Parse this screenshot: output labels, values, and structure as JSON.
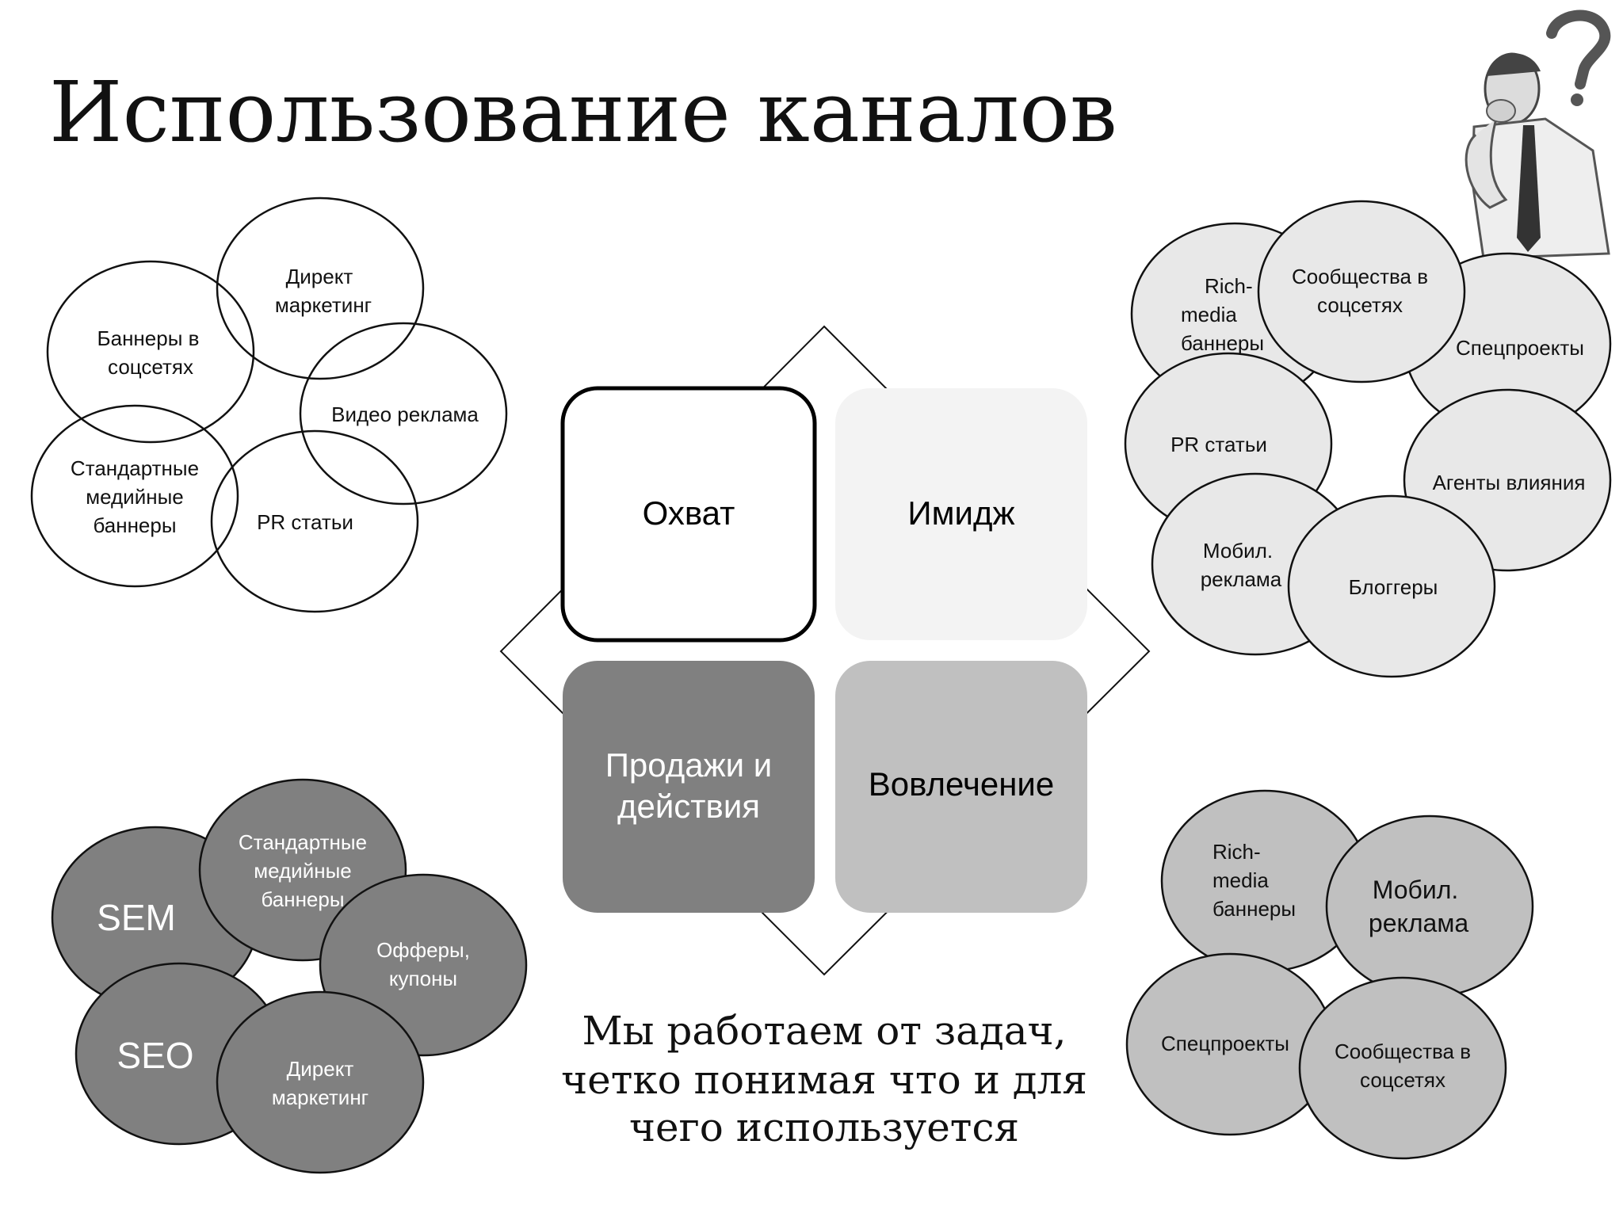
{
  "title": "Использование каналов",
  "colors": {
    "outline": "#111111",
    "light_fill": "#e8e8e8",
    "dark_fill": "#808080",
    "mid_fill": "#c0c0c0",
    "pale_fill": "#f3f3f3"
  },
  "quadrants": {
    "reach": "Охват",
    "image": "Имидж",
    "sales": [
      "Продажи и",
      "действия"
    ],
    "engagement": "Вовлечение"
  },
  "clusters": {
    "reach": [
      [
        "Баннеры в",
        "соцсетях"
      ],
      [
        "Директ",
        "маркетинг"
      ],
      [
        "Видео реклама"
      ],
      [
        "Стандартные",
        "медийные",
        "баннеры"
      ],
      [
        "PR статьи"
      ]
    ],
    "image": [
      [
        "Rich-",
        "media",
        "баннеры"
      ],
      [
        "Сообщества в",
        "соцсетях"
      ],
      [
        "Спецпроекты"
      ],
      [
        "PR статьи"
      ],
      [
        "Агенты влияния"
      ],
      [
        "Мобил.",
        "реклама"
      ],
      [
        "Блоггеры"
      ]
    ],
    "sales": [
      [
        "SEM"
      ],
      [
        "Стандартные",
        "медийные",
        "баннеры"
      ],
      [
        "Офферы,",
        "купоны"
      ],
      [
        "SEO"
      ],
      [
        "Директ",
        "маркетинг"
      ]
    ],
    "engagement": [
      [
        "Rich-",
        "media",
        "баннеры"
      ],
      [
        "Мобил.",
        "реклама"
      ],
      [
        "Спецпроекты"
      ],
      [
        "Сообщества в",
        "соцсетях"
      ]
    ]
  },
  "caption": [
    "Мы работаем от задач,",
    "четко понимая что и для",
    "чего используется"
  ],
  "illustration": "thinking-man-question-mark"
}
